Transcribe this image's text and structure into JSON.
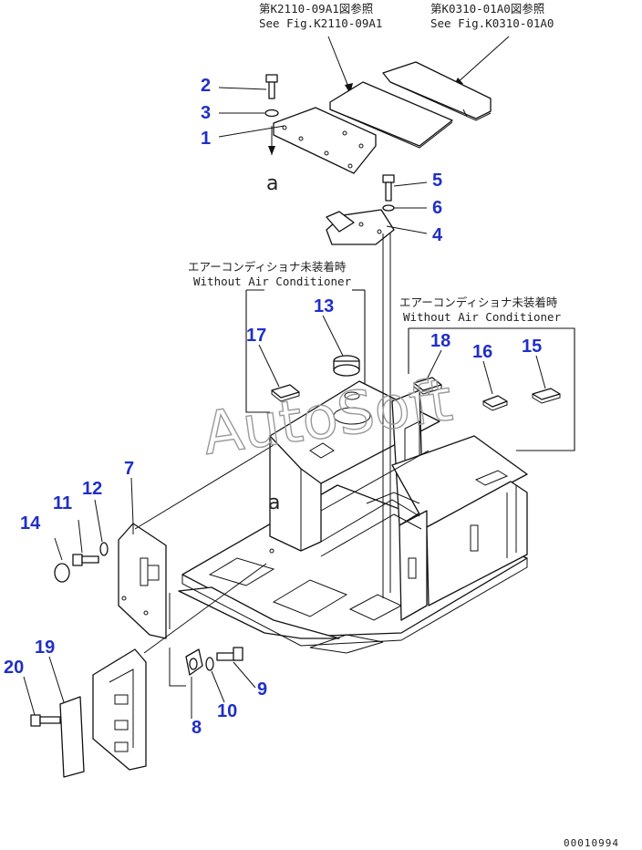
{
  "references": {
    "k2110_jp": "第K2110-09A1図参照",
    "k2110_en": "See Fig.K2110-09A1",
    "k0310_jp": "第K0310-01A0図参照",
    "k0310_en": "See Fig.K0310-01A0"
  },
  "annotations": {
    "upper_jp": "エアーコンディショナ未装着時",
    "upper_en": "Without Air Conditioner",
    "right_jp": "エアーコンディショナ未装着時",
    "right_en": "Without Air Conditioner"
  },
  "view_markers": {
    "top": "a",
    "frame": "a"
  },
  "callouts": {
    "p1": "1",
    "p2": "2",
    "p3": "3",
    "p4": "4",
    "p5": "5",
    "p6": "6",
    "p7": "7",
    "p8": "8",
    "p9": "9",
    "p10": "10",
    "p11": "11",
    "p12": "12",
    "p13": "13",
    "p14": "14",
    "p15": "15",
    "p16": "16",
    "p17": "17",
    "p18": "18",
    "p19": "19",
    "p20": "20"
  },
  "watermark": "AutoSoft",
  "document_number": "00010994",
  "colors": {
    "callout": "#1f2fc7",
    "line": "#111111",
    "watermark": "#9a9a9a"
  }
}
